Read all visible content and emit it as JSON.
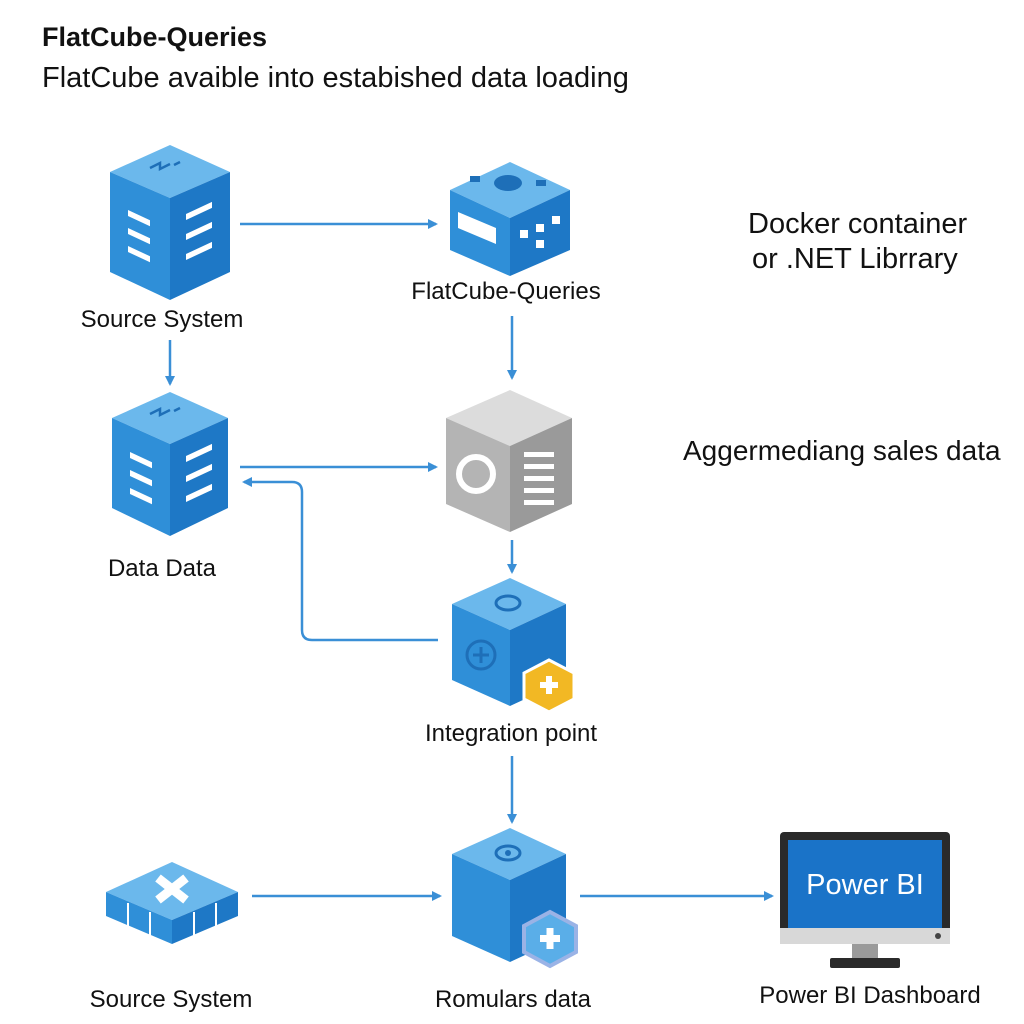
{
  "header": {
    "title": "FlatCube-Queries",
    "subtitle": "FlatCube avaible into estabished data loading"
  },
  "nodes": {
    "source_system_top": {
      "label": "Source System",
      "icon": "server-cube-icon"
    },
    "flatcube_queries": {
      "label": "FlatCube-Queries",
      "icon": "flatcube-device-icon"
    },
    "data_data": {
      "label": "Data Data",
      "icon": "server-cube-icon"
    },
    "aggregation_engine": {
      "icon": "gray-processing-cube-icon"
    },
    "integration_point": {
      "label": "Integration point",
      "icon": "integration-cube-icon",
      "badge": "plus-badge-icon"
    },
    "source_system_bottom": {
      "label": "Source System",
      "icon": "flat-grid-platform-icon"
    },
    "romulars_data": {
      "label": "Romulars data",
      "icon": "data-cube-icon",
      "badge": "plus-badge-icon"
    },
    "power_bi_dashboard": {
      "label": "Power BI Dashboard",
      "screen_text": "Power BI",
      "icon": "monitor-icon"
    }
  },
  "notes": {
    "docker_line1": "Docker container",
    "docker_line2": "or .NET Librrary",
    "aggregating": "Aggermediang sales data"
  },
  "colors": {
    "cube_blue_light": "#5aaee8",
    "cube_blue_mid": "#2f8fd8",
    "cube_blue_dark": "#1e6fb8",
    "cube_gray_light": "#d4d4d4",
    "cube_gray_mid": "#a8a8a8",
    "badge_gold": "#f2b824",
    "arrow": "#3a8fd6",
    "pbi_screen": "#1a73c8"
  }
}
